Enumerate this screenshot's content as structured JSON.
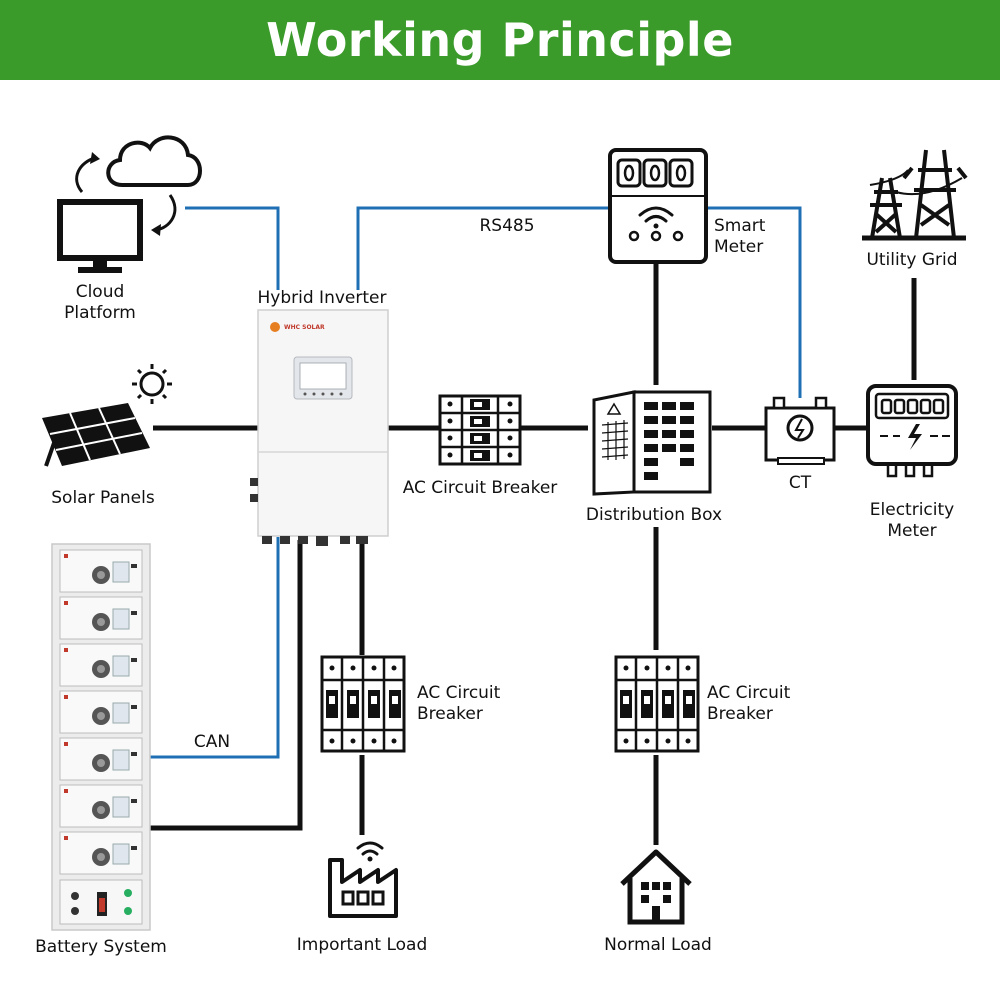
{
  "header": {
    "title": "Working Principle"
  },
  "labels": {
    "cloud_1": "Cloud",
    "cloud_2": "Platform",
    "hybrid_inverter": "Hybrid Inverter",
    "rs485": "RS485",
    "smart_meter_1": "Smart",
    "smart_meter_2": "Meter",
    "utility_grid": "Utility Grid",
    "solar_panels": "Solar Panels",
    "ac_breaker_main": "AC Circuit Breaker",
    "distribution_box": "Distribution Box",
    "ct": "CT",
    "electricity_meter_1": "Electricity",
    "electricity_meter_2": "Meter",
    "ac_breaker_left_1": "AC Circuit",
    "ac_breaker_left_2": "Breaker",
    "ac_breaker_right_1": "AC Circuit",
    "ac_breaker_right_2": "Breaker",
    "can": "CAN",
    "battery_system": "Battery System",
    "important_load": "Important Load",
    "normal_load": "Normal Load",
    "inverter_brand": "WHC SOLAR"
  },
  "colors": {
    "header": "#3a9a2a",
    "comm_line": "#1f6fb5",
    "power_line": "#111111"
  },
  "icons": [
    "monitor-icon",
    "cloud-icon",
    "sun-icon",
    "solar-panel-icon",
    "wifi-icon",
    "transmission-tower-icon",
    "factory-icon",
    "house-icon",
    "circuit-breaker-icon"
  ]
}
